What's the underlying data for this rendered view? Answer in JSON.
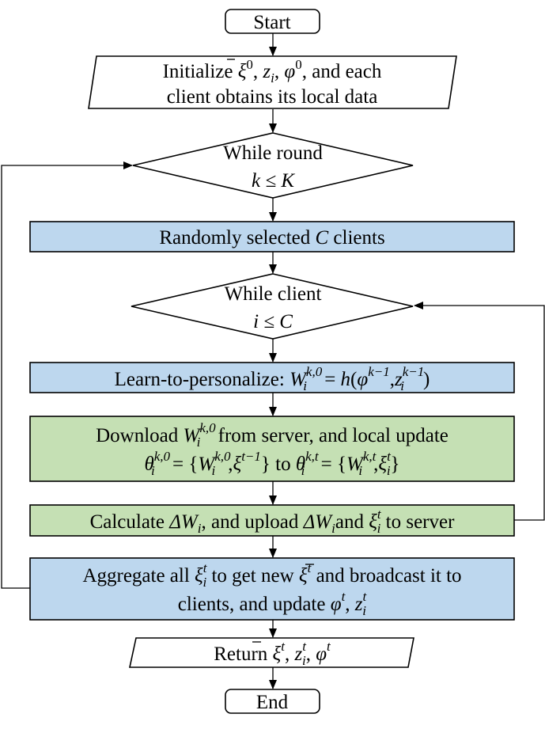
{
  "colors": {
    "blue_fill": "#bdd7ee",
    "green_fill": "#c5e0b4",
    "white_fill": "#ffffff",
    "stroke": "#000000"
  },
  "nodes": {
    "start": {
      "label": "Start"
    },
    "init": {
      "line1": {
        "t1": "Initialize ",
        "xi": "ξ",
        "sup0": "0",
        "comma1": ", ",
        "z": "z",
        "sub_i": "i",
        "comma2": ", ",
        "phi": "φ",
        "sup0b": "0",
        "tail": ", and each"
      },
      "line2": "client  obtains its local data"
    },
    "while_round": {
      "line1": "While round",
      "line2": "k ≤ K"
    },
    "select": {
      "pre": "Randomly selected ",
      "C": "C",
      "post": " clients"
    },
    "while_client": {
      "line1": "While client",
      "line2": "i ≤ C"
    },
    "learn": {
      "pre": "Learn-to-personalize: ",
      "W": "W",
      "sup": "k,0",
      "sub": "i",
      "eq": " = ",
      "h": "h",
      "open": "(",
      "phi": "φ",
      "phi_sup": "k−1",
      "comma": ",",
      "z": "z",
      "z_sup": "k−1",
      "z_sub": "i",
      "close": ")"
    },
    "download": {
      "line1": {
        "pre": "Download ",
        "W": "W",
        "sup": "k,0",
        "sub": "i",
        "post": " from server, and local update"
      },
      "line2": {
        "theta": "θ",
        "sup1": "k,0",
        "sub1": "i",
        "eq1": " = {",
        "W": "W",
        "sup2": "k,0",
        "sub2": "i",
        "comma1": ",",
        "xi": "ξ",
        "sup3": "t−1",
        "close1": "}",
        "to": " to ",
        "theta2": "θ",
        "sup4": "k,t",
        "sub4": "i",
        "eq2": " = {",
        "W2": "W",
        "sup5": "k,t",
        "sub5": "i",
        "comma2": ",",
        "xi2": "ξ",
        "sup6": "t",
        "sub6": "i",
        "close2": "}"
      }
    },
    "calculate": {
      "pre": "Calculate ",
      "dW": "ΔW",
      "sub1": "i",
      "mid": ", and upload ",
      "dW2": "ΔW",
      "sub2": "i",
      "and": "and ",
      "xi": "ξ",
      "sup": "t",
      "sub3": "i",
      "post": " to server"
    },
    "aggregate": {
      "line1": {
        "pre": "Aggregate all ",
        "xi": "ξ",
        "sup1": "t",
        "sub1": "i",
        "mid": " to get new ",
        "xi2": "ξ",
        "sup2": "t",
        "post": " and broadcast it to"
      },
      "line2": {
        "pre": "clients, and update ",
        "phi": "φ",
        "sup1": "t",
        "comma": ", ",
        "z": "z",
        "sup2": "t",
        "sub2": "i"
      }
    },
    "return": {
      "pre": "Return ",
      "xi": "ξ",
      "sup1": "t",
      "comma1": ", ",
      "z": "z",
      "sup2": "t",
      "sub2": "i",
      "comma2": ", ",
      "phi": "φ",
      "sup3": "t"
    },
    "end": {
      "label": "End"
    }
  }
}
